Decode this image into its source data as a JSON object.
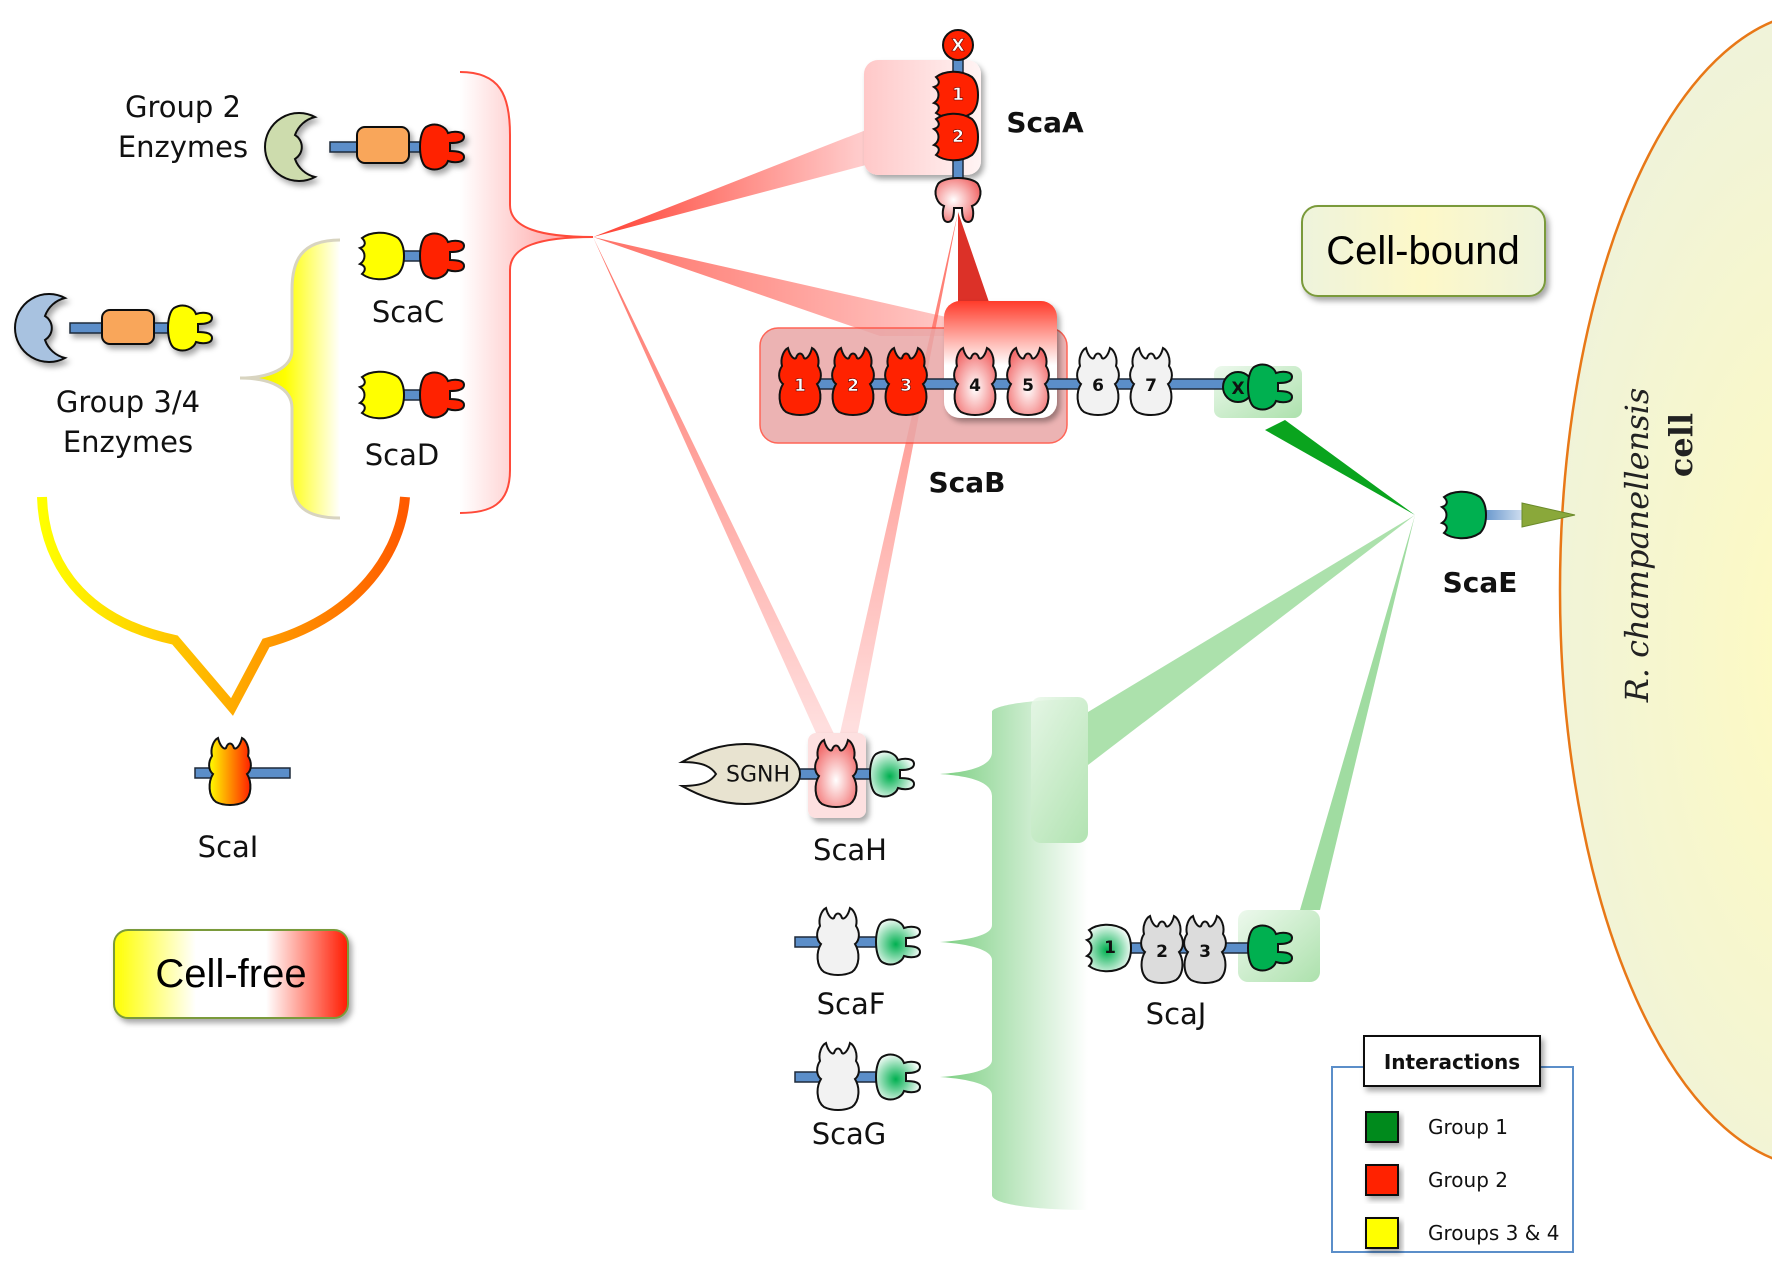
{
  "title": "Scaffoldin interaction network of R. champanellensis",
  "labels": {
    "group2_enzymes": [
      "Group 2",
      "Enzymes"
    ],
    "group34_enzymes": [
      "Group 3/4",
      "Enzymes"
    ],
    "scaC": "ScaC",
    "scaD": "ScaD",
    "scaI": "ScaI",
    "scaA": "ScaA",
    "scaB": "ScaB",
    "scaE": "ScaE",
    "scaH": "ScaH",
    "scaF": "ScaF",
    "scaG": "ScaG",
    "scaJ": "ScaJ",
    "sgnh": "SGNH",
    "xmodule": "X"
  },
  "boxes": {
    "cell_free": "Cell-free",
    "cell_bound": "Cell-bound"
  },
  "cell": {
    "species": "R. champanellensis",
    "word": "cell"
  },
  "scaA_cohesins": [
    "1",
    "2"
  ],
  "scaB_cohesins": [
    "1",
    "2",
    "3",
    "4",
    "5",
    "6",
    "7"
  ],
  "scaJ_cohesins": [
    "1",
    "2",
    "3"
  ],
  "legend": {
    "title": "Interactions",
    "items": [
      {
        "label": "Group 1",
        "color": "#008a1e"
      },
      {
        "label": "Group 2",
        "color": "#ff2200"
      },
      {
        "label": "Groups 3 & 4",
        "color": "#ffff00"
      }
    ]
  },
  "colors": {
    "group1": "#00b050",
    "group2": "#ff2200",
    "group34": "#ffff00",
    "linker": "#5b8ec9",
    "cell_outline": "#e87817"
  }
}
